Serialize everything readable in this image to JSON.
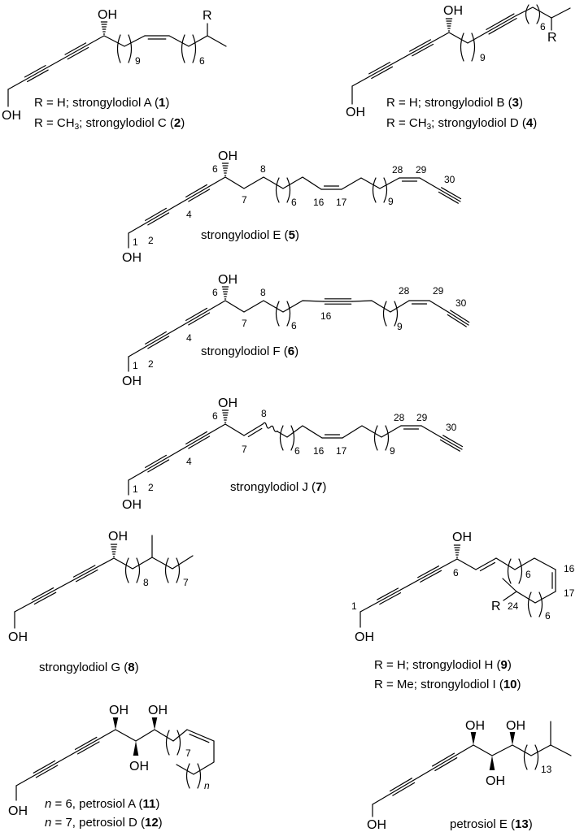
{
  "colors": {
    "ink": "#000000",
    "background": "#ffffff"
  },
  "c1": {
    "oh_carbinol": "OH",
    "oh_terminal": "OH",
    "r": "R",
    "n_a": "9",
    "n_b": "6",
    "caption_1": {
      "prefix": "R = H; strongylodiol A (",
      "num": "1",
      "suffix": ")"
    },
    "caption_2": {
      "prefix": "R = CH",
      "sub": "3",
      "mid": "; strongylodiol C (",
      "num": "2",
      "suffix": ")"
    }
  },
  "c3": {
    "oh_carbinol": "OH",
    "oh_terminal": "OH",
    "r": "R",
    "n_a": "9",
    "n_b": "6",
    "caption_1": {
      "prefix": "R = H; strongylodiol B (",
      "num": "3",
      "suffix": ")"
    },
    "caption_2": {
      "prefix": "R = CH",
      "sub": "3",
      "mid": "; strongylodiol D (",
      "num": "4",
      "suffix": ")"
    }
  },
  "c5": {
    "oh_carbinol": "OH",
    "oh_terminal": "OH",
    "n_a": "6",
    "n_b": "9",
    "locants": {
      "c1": "1",
      "c2": "2",
      "c4": "4",
      "c6": "6",
      "c7": "7",
      "c8": "8",
      "c16": "16",
      "c17": "17",
      "c28": "28",
      "c29": "29",
      "c30": "30"
    },
    "caption": {
      "prefix": "strongylodiol E (",
      "num": "5",
      "suffix": ")"
    }
  },
  "c6": {
    "oh_carbinol": "OH",
    "oh_terminal": "OH",
    "n_a": "6",
    "n_b": "9",
    "locants": {
      "c1": "1",
      "c2": "2",
      "c4": "4",
      "c6": "6",
      "c7": "7",
      "c8": "8",
      "c16": "16",
      "c28": "28",
      "c29": "29",
      "c30": "30"
    },
    "caption": {
      "prefix": "strongylodiol F (",
      "num": "6",
      "suffix": ")"
    }
  },
  "c7": {
    "oh_carbinol": "OH",
    "oh_terminal": "OH",
    "n_a": "6",
    "n_b": "9",
    "locants": {
      "c1": "1",
      "c2": "2",
      "c4": "4",
      "c6": "6",
      "c7": "7",
      "c8": "8",
      "c16": "16",
      "c17": "17",
      "c28": "28",
      "c29": "29",
      "c30": "30"
    },
    "caption": {
      "prefix": "strongylodiol J (",
      "num": "7",
      "suffix": ")"
    }
  },
  "c8": {
    "oh_carbinol": "OH",
    "oh_terminal": "OH",
    "n_a": "8",
    "n_b": "7",
    "caption": {
      "prefix": "strongylodiol G (",
      "num": "8",
      "suffix": ")"
    }
  },
  "c9": {
    "oh_carbinol": "OH",
    "oh_terminal": "OH",
    "r": "R",
    "n_a": "6",
    "n_b": "6",
    "locants": {
      "c1": "1",
      "c6": "6",
      "c16": "16",
      "c17": "17",
      "c24": "24"
    },
    "caption_1": {
      "prefix": "R  = H; strongylodiol H (",
      "num": "9",
      "suffix": ")"
    },
    "caption_2": {
      "prefix": "R  = Me; strongylodiol I (",
      "num": "10",
      "suffix": ")"
    }
  },
  "c11": {
    "oh_1": "OH",
    "oh_2": "OH",
    "oh_3": "OH",
    "oh_terminal": "OH",
    "n_a": "7",
    "n_b": "n",
    "caption_1": {
      "var": "n",
      "prefix": " = 6, petrosiol A (",
      "num": "11",
      "suffix": ")"
    },
    "caption_2": {
      "var": "n",
      "prefix": " = 7, petrosiol D (",
      "num": "12",
      "suffix": ")"
    }
  },
  "c13": {
    "oh_1": "OH",
    "oh_2": "OH",
    "oh_3": "OH",
    "oh_terminal": "OH",
    "n_a": "13",
    "caption": {
      "prefix": "petrosiol E (",
      "num": "13",
      "suffix": ")"
    }
  }
}
